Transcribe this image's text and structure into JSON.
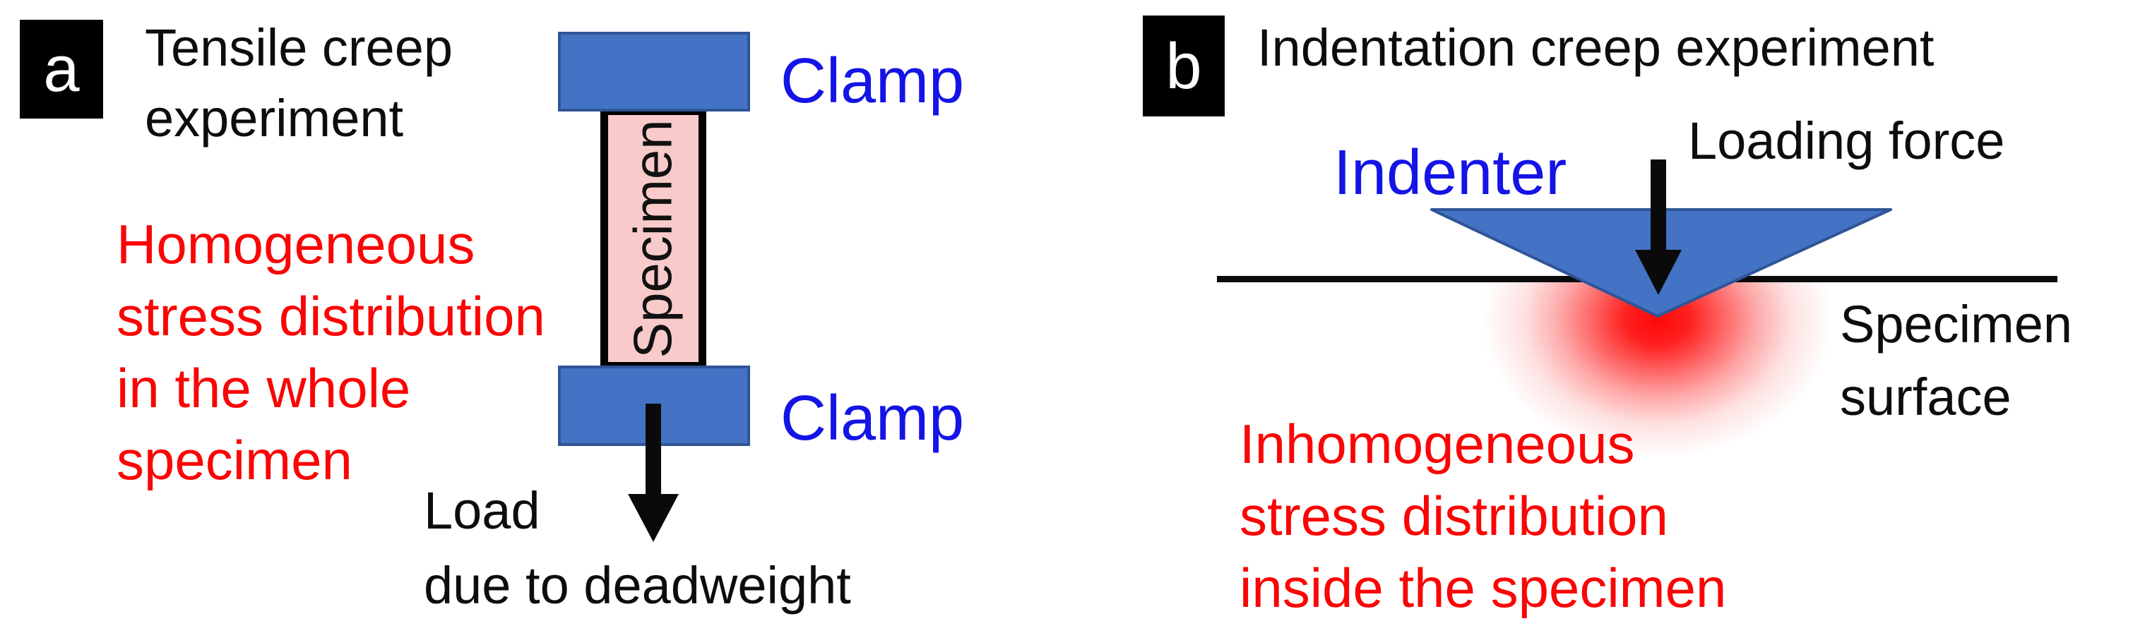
{
  "figure": {
    "panel_a": {
      "tag": "a",
      "title_line1": "Tensile creep",
      "title_line2": "experiment",
      "red_note_lines": [
        "Homogeneous",
        "stress distribution",
        "in the whole",
        "specimen"
      ],
      "specimen_label": "Specimen",
      "clamp_top_label": "Clamp",
      "clamp_bottom_label": "Clamp",
      "load_line1": "Load",
      "load_line2": "due to deadweight"
    },
    "panel_b": {
      "tag": "b",
      "title": "Indentation creep experiment",
      "indenter_label": "Indenter",
      "loading_force_label": "Loading force",
      "surface_line1": "Specimen",
      "surface_line2": "surface",
      "red_note_lines": [
        "Inhomogeneous",
        "stress distribution",
        "inside the specimen"
      ]
    },
    "colors": {
      "label_blue": "#1414e6",
      "note_red": "#fa0505",
      "shape_blue_fill": "#4472c4",
      "shape_blue_border": "#2f5597",
      "specimen_pink": "#f8caca",
      "ink_black": "#0d0d0d",
      "glow_red": "#ff0000"
    }
  }
}
